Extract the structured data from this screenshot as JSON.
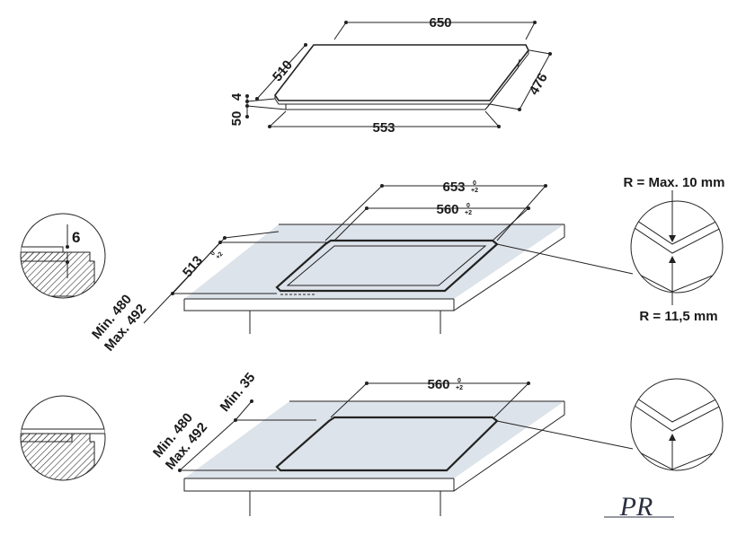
{
  "hob": {
    "width": "650",
    "depth": "510",
    "glass_thickness": "4",
    "height": "50",
    "base_width": "553",
    "base_depth": "476"
  },
  "cutout_frame": {
    "outer_width": "653",
    "outer_width_tol_top": "0",
    "outer_width_tol_bottom": "+2",
    "inner_width": "560",
    "inner_width_tol_top": "0",
    "inner_width_tol_bottom": "+2",
    "depth": "513",
    "depth_tol_top": "0",
    "depth_tol_bottom": "+2",
    "min_depth": "Min. 480",
    "max_depth": "Max. 492",
    "detail_offset": "6",
    "radius_max": "R = Max. 10 mm",
    "radius_inner": "R = 11,5 mm"
  },
  "cutout_flush": {
    "width": "560",
    "width_tol_top": "0",
    "width_tol_bottom": "+2",
    "min_depth": "Min. 480",
    "max_depth": "Max. 492",
    "min_rear": "Min. 35"
  },
  "brand_mark": "PR",
  "colors": {
    "worktop": "#dde3ea",
    "line": "#222222",
    "hatch": "#333333"
  }
}
